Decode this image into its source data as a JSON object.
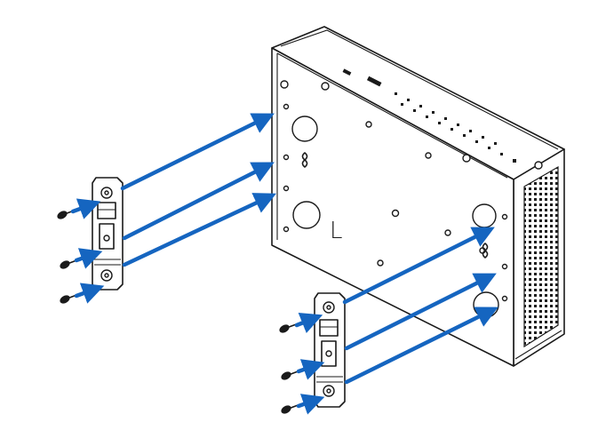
{
  "diagram": {
    "label_letter": "L",
    "colors": {
      "arrow": "#1565c0",
      "outline": "#1a1a1a",
      "background": "#ffffff"
    },
    "icons": [
      "device-chassis",
      "din-rail-bracket-left",
      "din-rail-bracket-right",
      "screw-icon",
      "blue-arrow-icon"
    ]
  }
}
